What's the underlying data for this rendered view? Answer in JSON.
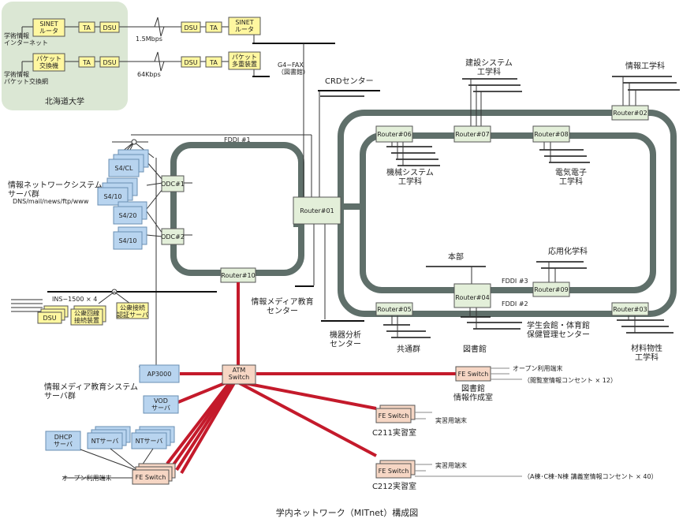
{
  "title": "学内ネットワーク（MITnet）構成図",
  "hokkaido": {
    "area_label": "北海道大学",
    "internet_label": "学術情報\nインターネット",
    "packet_label": "学術情報\nパケット交換網",
    "sinet_router": "SINET\nルータ",
    "packet_exchanger": "パケット\n交換機",
    "ta": "TA",
    "dsu": "DSU",
    "speed1": "1.5Mbps",
    "speed2": "64Kbps",
    "local_sinet_router": "SINET\nルータ",
    "mux": "パケット\n多重装置",
    "g4fax": "G4−FAX\n（図書館）"
  },
  "fddi": {
    "ring1": "FDDI #1",
    "ring2": "FDDI #2",
    "ring3": "FDDI #3"
  },
  "routers": {
    "r01": "Router#01",
    "r02": "Router#02",
    "r03": "Router#03",
    "r04": "Router#04",
    "r05": "Router#05",
    "r06": "Router#06",
    "r07": "Router#07",
    "r08": "Router#08",
    "r09": "Router#09",
    "r10": "Router#10"
  },
  "departments": {
    "crd": "CRDセンター",
    "civil": "建設システム\n工学科",
    "info": "情報工学科",
    "mech": "機械システム\n工学科",
    "elec": "電気電子\n工学科",
    "honbu": "本部",
    "applied": "応用化学科",
    "media_center": "情報メディア教育\nセンター",
    "analysis": "機器分析\nセンター",
    "kyotsu": "共通群",
    "library": "図書館",
    "student_hall": "学生会館・体育館\n保健管理センター",
    "materials": "材料物性\n工学科"
  },
  "servers": {
    "group_label": "情報ネットワークシステム\nサーバ群",
    "services": "DNS/mail/news/ftp/www",
    "s4cl": "S4/CL",
    "s410a": "S4/10",
    "s420": "S4/20",
    "s410b": "S4/10",
    "odc1": "ODC#1",
    "odc2": "ODC#2",
    "ins": "INS−1500 × 4",
    "dsu": "DSU",
    "public_line": "公衆回線\n接続装置",
    "public_auth": "公衆接続\n認証サーバ"
  },
  "media": {
    "group_label": "情報メディア教育システム\nサーバ群",
    "ap3000": "AP3000",
    "atm": "ATM\nSwitch",
    "vod": "VOD\nサーバ",
    "dhcp": "DHCP\nサーバ",
    "nt1": "NTサーバ",
    "nt2": "NTサーバ",
    "fe_open": "FE Switch",
    "open_terminal": "オープン利用端末"
  },
  "labs": {
    "lib_fe": "FE Switch",
    "lib_name": "図書館\n情報作成室",
    "lib_open": "オープン利用端末",
    "lib_outlet": "（閲覧室情報コンセント × 12）",
    "c211_fe": "FE Switch",
    "c211_name": "C211実習室",
    "c211_term": "実習用端末",
    "c212_fe": "FE Switch",
    "c212_name": "C212実習室",
    "c212_term": "実習用端末",
    "c212_outlet": "（A棟･C棟･N棟 講義室情報コンセント × 40）"
  },
  "colors": {
    "ring": "#5f6f6a",
    "atm_link": "#c41a2b",
    "router_fill": "#e3efd9",
    "server_fill": "#b8d4ef",
    "yellow_fill": "#fff7a0",
    "switch_fill": "#f6d6c4",
    "area_fill": "#dbe7d4"
  }
}
